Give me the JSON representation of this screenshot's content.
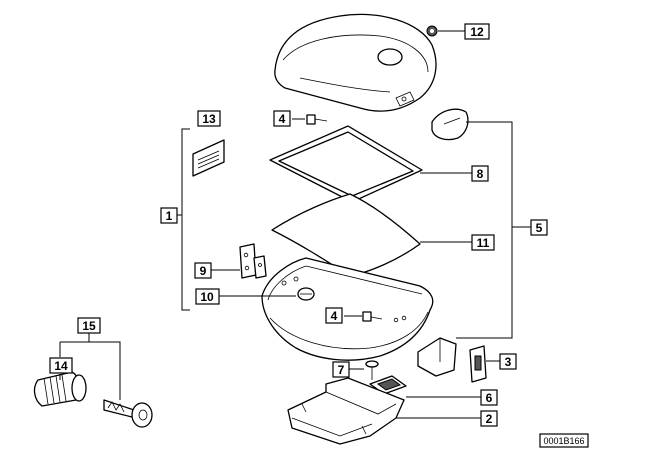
{
  "callouts": {
    "c1": "1",
    "c2": "2",
    "c3": "3",
    "c4a": "4",
    "c4b": "4",
    "c5": "5",
    "c6": "6",
    "c7": "7",
    "c8": "8",
    "c9": "9",
    "c10": "10",
    "c11": "11",
    "c12": "12",
    "c13": "13",
    "c14": "14",
    "c15": "15"
  },
  "drawing_code": "0001B166"
}
